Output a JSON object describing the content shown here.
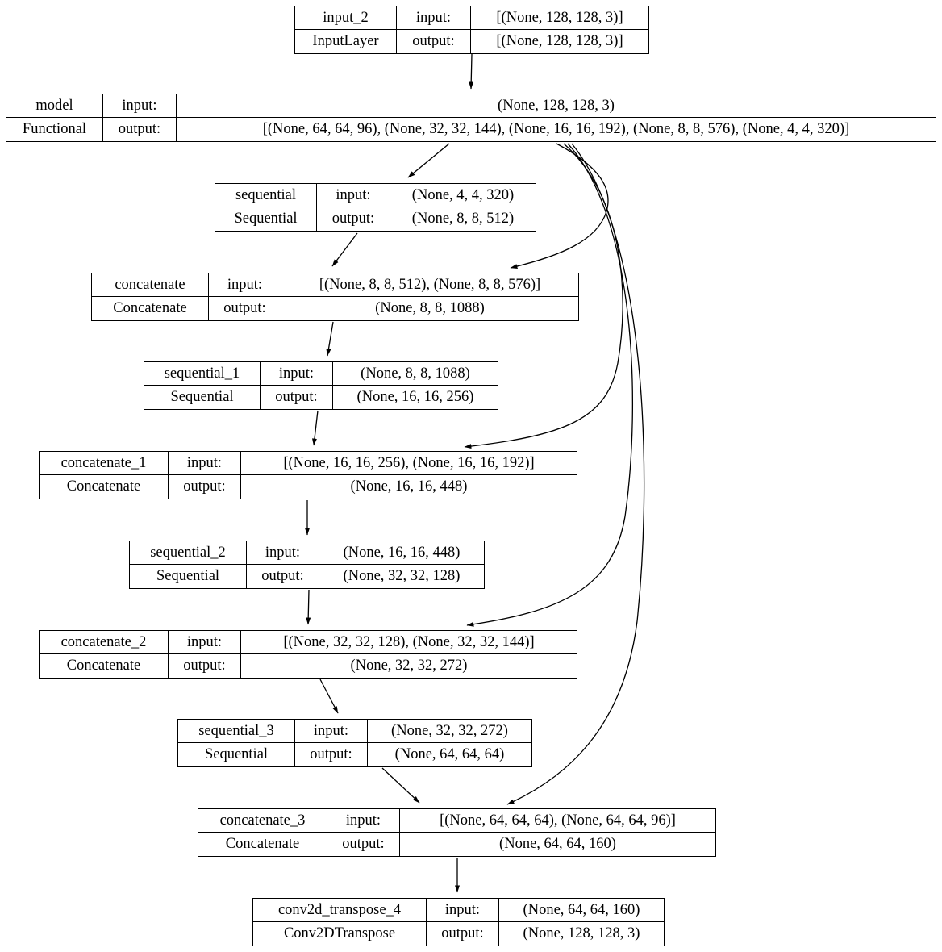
{
  "diagram": {
    "kind": "keras-model-plot",
    "colors": {
      "background": "#ffffff",
      "node_border": "#000000",
      "edge": "#000000",
      "text": "#000000"
    },
    "labels": {
      "input": "input:",
      "output": "output:"
    },
    "nodes": [
      {
        "id": "input_2",
        "name": "input_2",
        "type": "InputLayer",
        "input": "[(None, 128, 128, 3)]",
        "output": "[(None, 128, 128, 3)]"
      },
      {
        "id": "model",
        "name": "model",
        "type": "Functional",
        "input": "(None, 128, 128, 3)",
        "output": "[(None, 64, 64, 96), (None, 32, 32, 144), (None, 16, 16, 192), (None, 8, 8, 576), (None, 4, 4, 320)]"
      },
      {
        "id": "sequential",
        "name": "sequential",
        "type": "Sequential",
        "input": "(None, 4, 4, 320)",
        "output": "(None, 8, 8, 512)"
      },
      {
        "id": "concatenate",
        "name": "concatenate",
        "type": "Concatenate",
        "input": "[(None, 8, 8, 512), (None, 8, 8, 576)]",
        "output": "(None, 8, 8, 1088)"
      },
      {
        "id": "sequential_1",
        "name": "sequential_1",
        "type": "Sequential",
        "input": "(None, 8, 8, 1088)",
        "output": "(None, 16, 16, 256)"
      },
      {
        "id": "concatenate_1",
        "name": "concatenate_1",
        "type": "Concatenate",
        "input": "[(None, 16, 16, 256), (None, 16, 16, 192)]",
        "output": "(None, 16, 16, 448)"
      },
      {
        "id": "sequential_2",
        "name": "sequential_2",
        "type": "Sequential",
        "input": "(None, 16, 16, 448)",
        "output": "(None, 32, 32, 128)"
      },
      {
        "id": "concatenate_2",
        "name": "concatenate_2",
        "type": "Concatenate",
        "input": "[(None, 32, 32, 128), (None, 32, 32, 144)]",
        "output": "(None, 32, 32, 272)"
      },
      {
        "id": "sequential_3",
        "name": "sequential_3",
        "type": "Sequential",
        "input": "(None, 32, 32, 272)",
        "output": "(None, 64, 64, 64)"
      },
      {
        "id": "concatenate_3",
        "name": "concatenate_3",
        "type": "Concatenate",
        "input": "[(None, 64, 64, 64), (None, 64, 64, 96)]",
        "output": "(None, 64, 64, 160)"
      },
      {
        "id": "conv2d_transpose_4",
        "name": "conv2d_transpose_4",
        "type": "Conv2DTranspose",
        "input": "(None, 64, 64, 160)",
        "output": "(None, 128, 128, 3)"
      }
    ],
    "edges": [
      {
        "from": "input_2",
        "to": "model"
      },
      {
        "from": "model",
        "to": "sequential"
      },
      {
        "from": "model",
        "to": "concatenate"
      },
      {
        "from": "sequential",
        "to": "concatenate"
      },
      {
        "from": "concatenate",
        "to": "sequential_1"
      },
      {
        "from": "model",
        "to": "concatenate_1"
      },
      {
        "from": "sequential_1",
        "to": "concatenate_1"
      },
      {
        "from": "concatenate_1",
        "to": "sequential_2"
      },
      {
        "from": "sequential_2",
        "to": "concatenate_2"
      },
      {
        "from": "model",
        "to": "concatenate_2"
      },
      {
        "from": "concatenate_2",
        "to": "sequential_3"
      },
      {
        "from": "sequential_3",
        "to": "concatenate_3"
      },
      {
        "from": "model",
        "to": "concatenate_3"
      },
      {
        "from": "concatenate_3",
        "to": "conv2d_transpose_4"
      }
    ]
  }
}
